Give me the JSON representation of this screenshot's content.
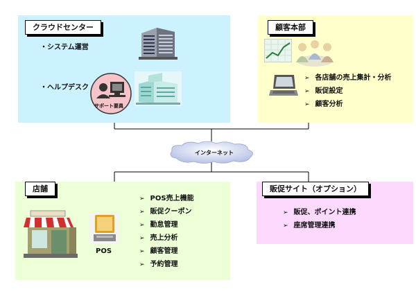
{
  "cloud_center": {
    "title": "クラウドセンター",
    "items": [
      "・システム運営",
      "・ヘルプデスク"
    ],
    "support_label": "サポート要員"
  },
  "headquarters": {
    "title": "顧客本部",
    "items": [
      "各店舗の売上集計・分析",
      "販促設定",
      "顧客分析"
    ]
  },
  "internet": {
    "label": "インターネット"
  },
  "store": {
    "title": "店舗",
    "pos_label": "POS",
    "items": [
      "POS売上機能",
      "販促クーポン",
      "勤怠管理",
      "売上分析",
      "顧客管理",
      "予約管理"
    ]
  },
  "promo_site": {
    "title": "販促サイト（オプション）",
    "items": [
      "販促、ポイント連携",
      "座席管理連携"
    ]
  },
  "arrow_glyph": "➢"
}
